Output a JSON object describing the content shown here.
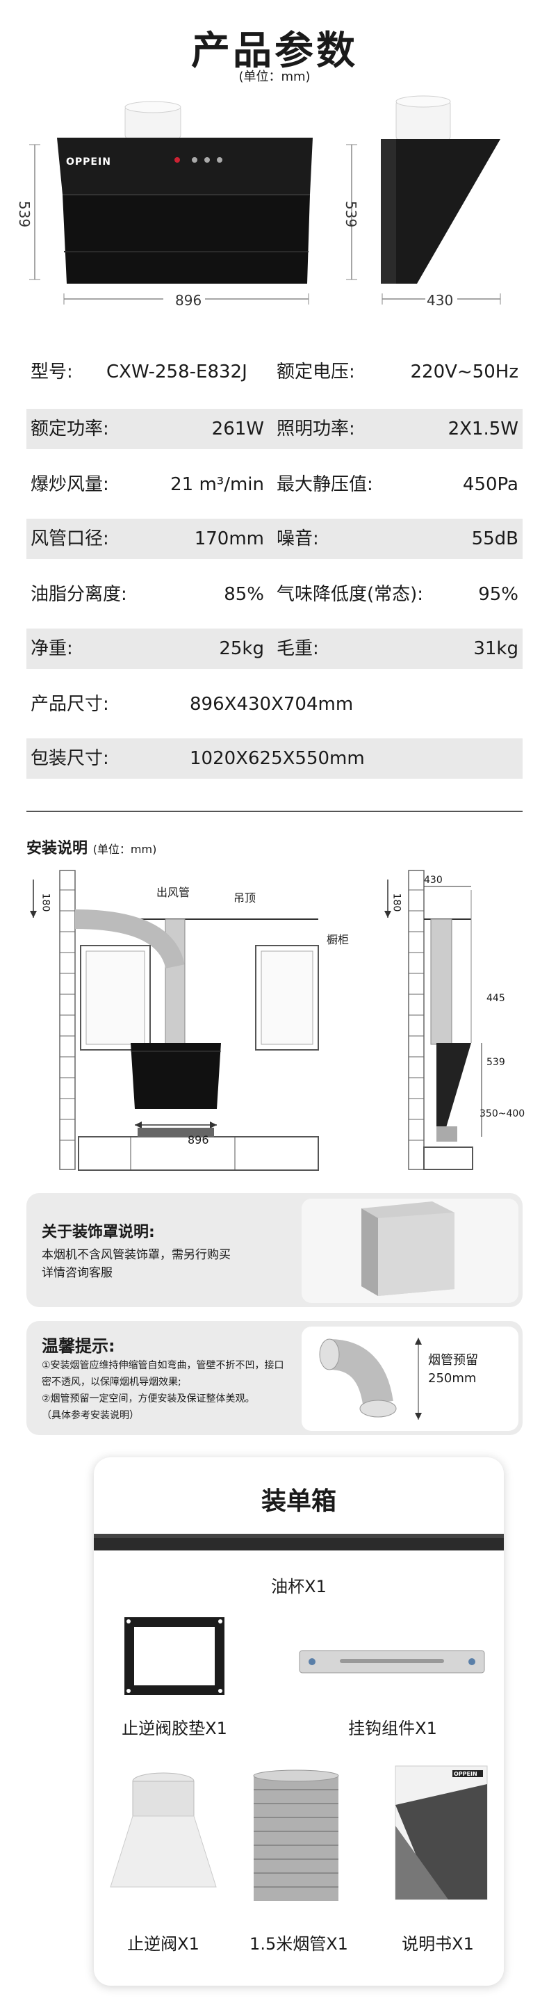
{
  "header": {
    "title": "产品参数",
    "subtitle": "(单位：mm)"
  },
  "front_view": {
    "height": "539",
    "width": "896"
  },
  "side_view": {
    "height": "539",
    "depth": "430"
  },
  "product_brand": "OPPEIN",
  "specs": [
    {
      "label": "型号:",
      "value": "CXW-258-E832J",
      "label2": "额定电压:",
      "value2": "220V~50Hz"
    },
    {
      "label": "额定功率:",
      "value": "261W",
      "label2": "照明功率:",
      "value2": "2X1.5W"
    },
    {
      "label": "爆炒风量:",
      "value": "21 m³/min",
      "label2": "最大静压值:",
      "value2": "450Pa"
    },
    {
      "label": "风管口径:",
      "value": "170mm",
      "label2": "噪音:",
      "value2": "55dB"
    },
    {
      "label": "油脂分离度:",
      "value": "85%",
      "label2": "气味降低度(常态):",
      "value2": "95%"
    },
    {
      "label": "净重:",
      "value": "25kg",
      "label2": "毛重:",
      "value2": "31kg"
    }
  ],
  "product_size": {
    "label": "产品尺寸:",
    "value": "896X430X704mm"
  },
  "package_size": {
    "label": "包装尺寸:",
    "value": "1020X625X550mm"
  },
  "install": {
    "title": "安装说明",
    "unit": "(单位：mm)",
    "duct_label": "出风管",
    "ceiling_label": "吊顶",
    "cabinet_label": "橱柜",
    "left_180": "180",
    "width_896": "896",
    "right_430": "430",
    "right_180": "180",
    "right_445": "445",
    "right_539": "539",
    "right_350_400": "350~400"
  },
  "cover_note": {
    "title": "关于装饰罩说明:",
    "lines": [
      "本烟机不含风管装饰罩，需另行购买",
      "详情咨询客服"
    ]
  },
  "tips": {
    "title": "温馨提示:",
    "lines": [
      "①安装烟管应维持伸缩管自如弯曲，管壁不折不凹，接口",
      "密不透风，以保障烟机导烟效果;",
      "②烟管预留一定空间，方便安装及保证整体美观。",
      "（具体参考安装说明）"
    ],
    "reserve_label": "烟管预留",
    "reserve_value": "250mm"
  },
  "packing": {
    "title": "装单箱",
    "items": [
      "油杯X1",
      "止逆阀胶垫X1",
      "挂钩组件X1",
      "止逆阀X1",
      "1.5米烟管X1",
      "说明书X1"
    ],
    "manual_brand": "OPPEIN"
  }
}
